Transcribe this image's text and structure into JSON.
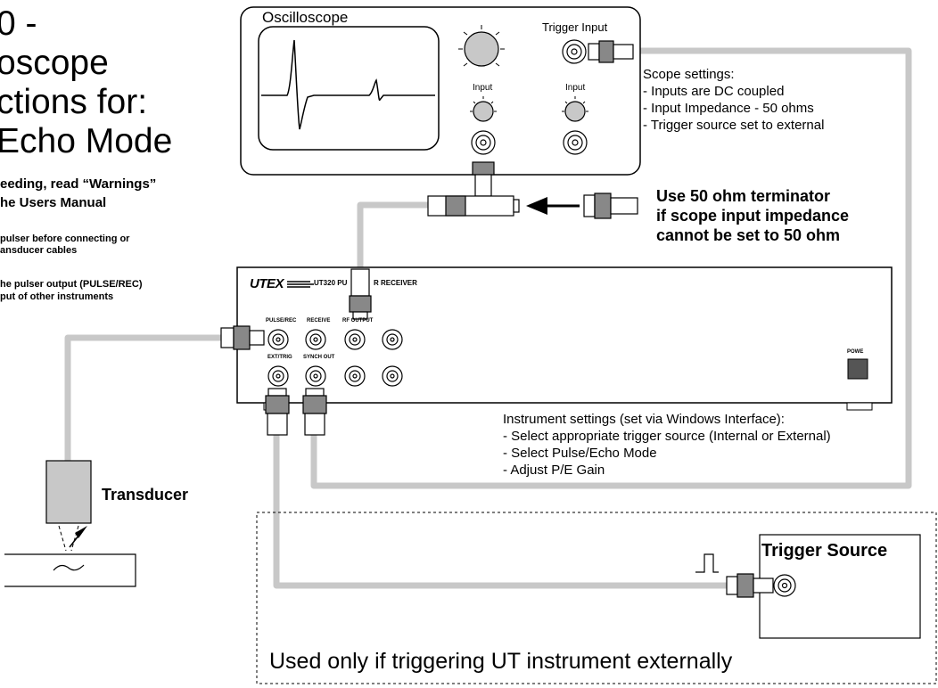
{
  "title_lines": [
    "0 -",
    "oscope",
    "ctions for:",
    "Echo Mode"
  ],
  "warnings": {
    "read": [
      "eeding, read “Warnings”",
      "he Users Manual"
    ],
    "pulser_off": [
      "pulser before connecting or",
      "ansducer cables"
    ],
    "pulser_output": [
      "he pulser output (PULSE/REC)",
      "put of other instruments"
    ]
  },
  "oscilloscope": {
    "label": "Oscilloscope",
    "trigger_input_label": "Trigger Input",
    "input1_label": "Input",
    "input2_label": "Input"
  },
  "scope_settings": [
    "Scope settings:",
    "- Inputs are DC coupled",
    "- Input Impedance - 50 ohms",
    "- Trigger source set to external"
  ],
  "terminator_note": [
    "Use 50 ohm terminator",
    "if scope input impedance",
    "cannot be set to 50 ohm"
  ],
  "instrument": {
    "brand": "UTEX",
    "model_left": "UT320 PU",
    "model_right": "R RECEIVER",
    "port_labels_top": [
      "PULSE/REC",
      "RECEIVE",
      "RF OUTPUT"
    ],
    "port_labels_bottom": [
      "EXT/TRIG",
      "SYNCH OUT"
    ],
    "power_label": "POWE"
  },
  "instrument_settings": [
    "Instrument settings (set via Windows Interface):",
    "- Select appropriate trigger source (Internal or External)",
    "- Select Pulse/Echo Mode",
    "- Adjust P/E Gain"
  ],
  "transducer_label": "Transducer",
  "trigger_source_label": "Trigger Source",
  "external_note": "Used only if triggering UT instrument externally",
  "colors": {
    "cable": "#c8c8c8",
    "panel": "#ffffff",
    "knob": "#c8c8c8",
    "ink": "#000000"
  }
}
